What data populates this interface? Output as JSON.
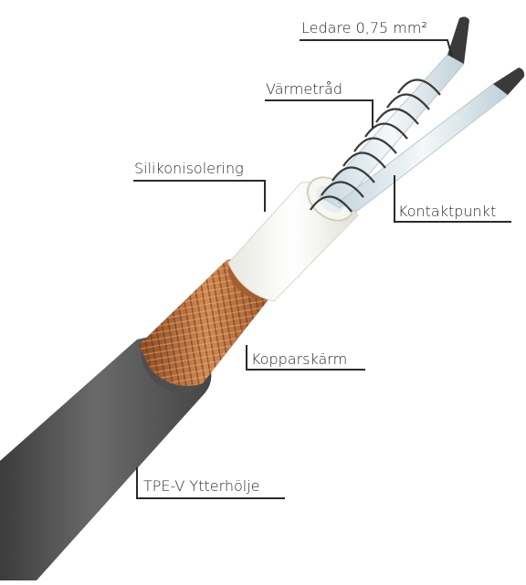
{
  "labels": {
    "conductor": "Ledare 0,75 mm²",
    "heating_wire": "Värmetråd",
    "silicone_insulation": "Silikonisolering",
    "contact_point": "Kontaktpunkt",
    "copper_screen": "Kopparskärm",
    "outer_jacket": "TPE-V Ytterhölje"
  },
  "colors": {
    "outer_jacket": "#5a5a5a",
    "copper_screen": "#b8683a",
    "silicone": "#f4f4ec",
    "conductor_insulation": "#dde8ee",
    "heating_wire": "#3a3a3a",
    "leader_line": "#2a2a2a"
  }
}
